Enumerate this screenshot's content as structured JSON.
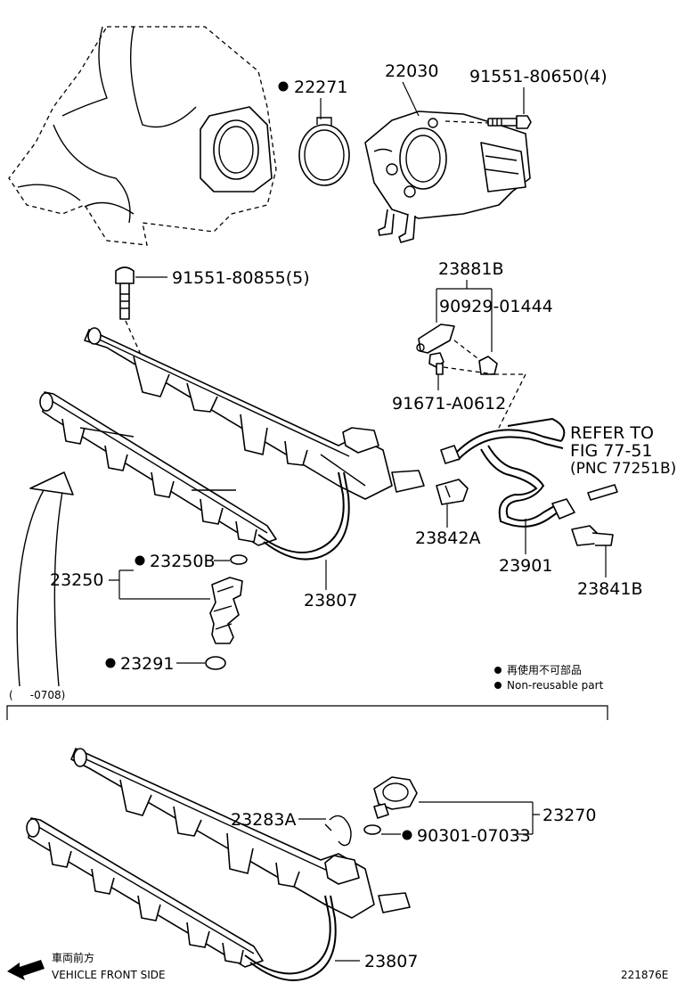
{
  "labels": {
    "p22271": "22271",
    "p22030": "22030",
    "p91551_80650": "91551-80650(4)",
    "p91551_80855": "91551-80855(5)",
    "p23881B": "23881B",
    "p90929": "90929-01444",
    "p91671": "91671-A0612",
    "refer1": "REFER TO",
    "refer2": "FIG 77-51",
    "refer3": "(PNC 77251B)",
    "p23842A": "23842A",
    "p23901": "23901",
    "p23841B": "23841B",
    "p23250B": "23250B",
    "p23250": "23250",
    "p23807_top": "23807",
    "p23291": "23291",
    "p23283A": "23283A",
    "p23270": "23270",
    "p90301": "90301-07033",
    "p23807_bottom": "23807"
  },
  "legend": {
    "jp": "再使用不可部品",
    "en": "Non-reusable part"
  },
  "date_range": "(     -0708)",
  "vehicle_front": {
    "jp": "車両前方",
    "en": "VEHICLE FRONT SIDE"
  },
  "figure_id": "221876E",
  "icons": {
    "non_reusable": "filled-circle-icon",
    "direction": "arrow-left-icon"
  }
}
